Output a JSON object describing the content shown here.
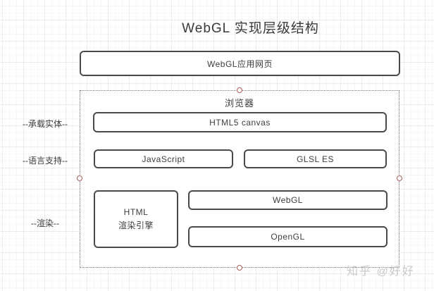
{
  "title": "WebGL 实现层级结构",
  "watermark": "知乎 @好好",
  "diagram": {
    "app_box": "WebGL应用网页",
    "browser_label": "浏览器",
    "boxes": {
      "html5_canvas": "HTML5 canvas",
      "javascript": "JavaScript",
      "glsl_es": "GLSL ES",
      "html_render_engine": "HTML\n渲染引擎",
      "webgl": "WebGL",
      "opengl": "OpenGL"
    },
    "side_labels": {
      "carrier": "--承载实体--",
      "language": "--语言支持--",
      "render": "--渲染--"
    }
  },
  "colors": {
    "page-bg": "#ffffff",
    "grid-fine": "#f7f7f7",
    "grid-coarse": "#ebebeb",
    "box-border": "#4a4a4a",
    "box-text": "#3d3d3d",
    "dashed-border": "#767676",
    "anchor": "#a85d58",
    "watermark": "#c9c9c9"
  }
}
